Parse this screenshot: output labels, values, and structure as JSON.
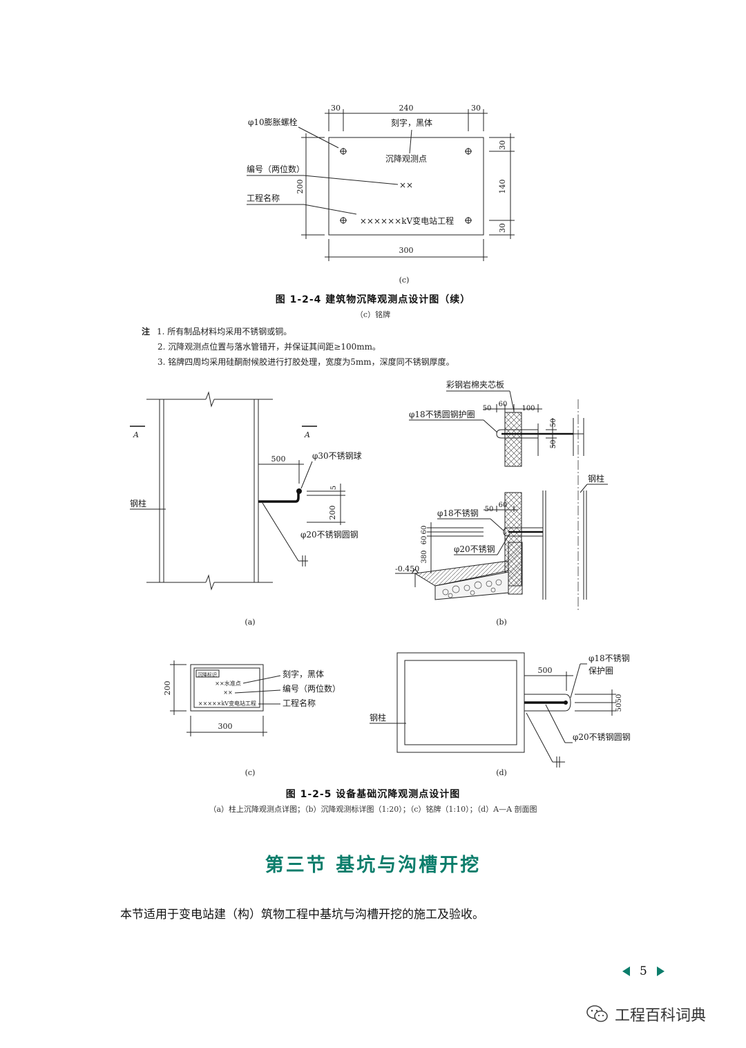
{
  "fig124": {
    "dims": {
      "top_left": "30",
      "top_mid": "240",
      "top_right": "30",
      "right_top": "30",
      "right_mid": "140",
      "right_bot": "30",
      "left": "200",
      "bottom": "300"
    },
    "labels": {
      "bolt": "φ10膨胀螺栓",
      "engrave": "刻字，黑体",
      "number": "编号（两位数）",
      "project": "工程名称",
      "plate_title": "沉降观测点",
      "plate_code": "××",
      "plate_project": "××××××kV变电站工程"
    },
    "sub_label": "(c)",
    "title": "图 1-2-4   建筑物沉降观测点设计图（续）",
    "subtitle": "（c）铭牌"
  },
  "notes": {
    "prefix": "注",
    "items": [
      "1. 所有制品材料均采用不锈钢或铜。",
      "2. 沉降观测点位置与落水管错开，并保证其间距≥100mm。",
      "3. 铭牌四周均采用硅酮耐候胶进行打胶处理，宽度为5mm，深度同不锈钢厚度。"
    ]
  },
  "fig125a": {
    "section_mark": "A",
    "dim_500": "500",
    "dim_5": "5",
    "dim_200": "200",
    "ball": "φ30不锈钢球",
    "column": "钢柱",
    "bar": "φ20不锈钢圆钢",
    "label": "(a)"
  },
  "fig125b": {
    "panel": "彩钢岩棉夹芯板",
    "ring_top": "φ18不锈圆钢护圈",
    "dim_50": "50",
    "dim_60": "60",
    "dim_100": "100",
    "dim_v50a": "50",
    "dim_v50b": "50",
    "column": "钢柱",
    "ring_bot": "φ18不锈钢",
    "bar": "φ20不锈钢",
    "dim_60a": "60",
    "dim_60b": "60",
    "dim_380": "380",
    "elev": "-0.450",
    "label": "(b)"
  },
  "fig125c": {
    "plate_tag": "沉降标识",
    "plate_line1": "××水准点",
    "plate_line2": "××",
    "plate_line3": "×××××kV变电站工程",
    "engrave": "刻字，黑体",
    "number": "编号（两位数）",
    "project": "工程名称",
    "dim_200": "200",
    "dim_300": "300",
    "label": "(c)"
  },
  "fig125d": {
    "ring": "φ18不锈钢",
    "ring2": "保护圈",
    "dim_500": "500",
    "dim_50a": "50",
    "dim_50b": "50",
    "column": "钢柱",
    "bar": "φ20不锈钢圆钢",
    "label": "(d)"
  },
  "fig125": {
    "title": "图 1-2-5   设备基础沉降观测点设计图",
    "subtitle": "（a）柱上沉降观测点详图；（b）沉降观测标详图（1:20）；（c）铭牌（1:10）；（d）A—A 剖面图"
  },
  "section": {
    "title": "第三节   基坑与沟槽开挖",
    "body": "本节适用于变电站建（构）筑物工程中基坑与沟槽开挖的施工及验收。"
  },
  "pager": {
    "page": "5"
  },
  "watermark": {
    "text": "工程百科词典",
    "icon": "wechat-icon"
  },
  "colors": {
    "accent": "#0b7d6b"
  }
}
